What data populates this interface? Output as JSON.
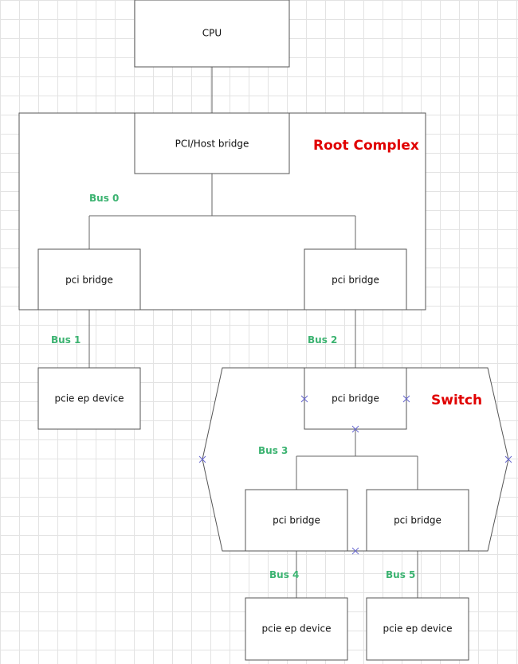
{
  "colors": {
    "bus_label": "#3cb371",
    "region_label": "#e00000",
    "marker": "#6a6ad0"
  },
  "nodes": {
    "cpu": "CPU",
    "host_bridge": "PCI/Host bridge",
    "root_bridge_left": "pci bridge",
    "root_bridge_right": "pci bridge",
    "ep_bus1": "pcie ep device",
    "switch_upstream_bridge": "pci bridge",
    "switch_down_bridge_left": "pci bridge",
    "switch_down_bridge_right": "pci bridge",
    "ep_bus4": "pcie ep device",
    "ep_bus5": "pcie ep device"
  },
  "regions": {
    "root_complex": "Root Complex",
    "switch": "Switch"
  },
  "buses": {
    "bus0": "Bus 0",
    "bus1": "Bus 1",
    "bus2": "Bus 2",
    "bus3": "Bus 3",
    "bus4": "Bus 4",
    "bus5": "Bus 5"
  }
}
